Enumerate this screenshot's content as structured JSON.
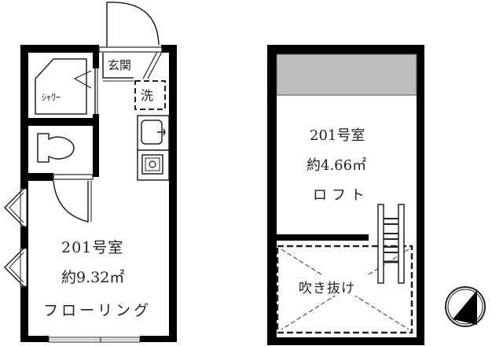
{
  "floor_plan": {
    "main_floor": {
      "room_number": "201号室",
      "area": "約9.32㎡",
      "floor_type": "フローリング",
      "rooms": {
        "shower": "ｼｬﾜｰ",
        "entrance": "玄関",
        "washer": "洗"
      },
      "fixtures": [
        "shower",
        "toilet",
        "sink",
        "stove",
        "washer-space",
        "entry-door",
        "interior-door",
        "windows-left",
        "window-bottom"
      ]
    },
    "loft": {
      "room_number": "201号室",
      "area": "約4.66㎡",
      "floor_type": "ロフト",
      "void_label": "吹き抜け",
      "fixtures": [
        "ladder",
        "gray-storage-area"
      ]
    },
    "compass": {
      "icon": "north-arrow-icon"
    },
    "colors": {
      "wall": "#000000",
      "loft_shade": "#bdbdbd",
      "background": "#ffffff",
      "line": "#222222"
    }
  }
}
